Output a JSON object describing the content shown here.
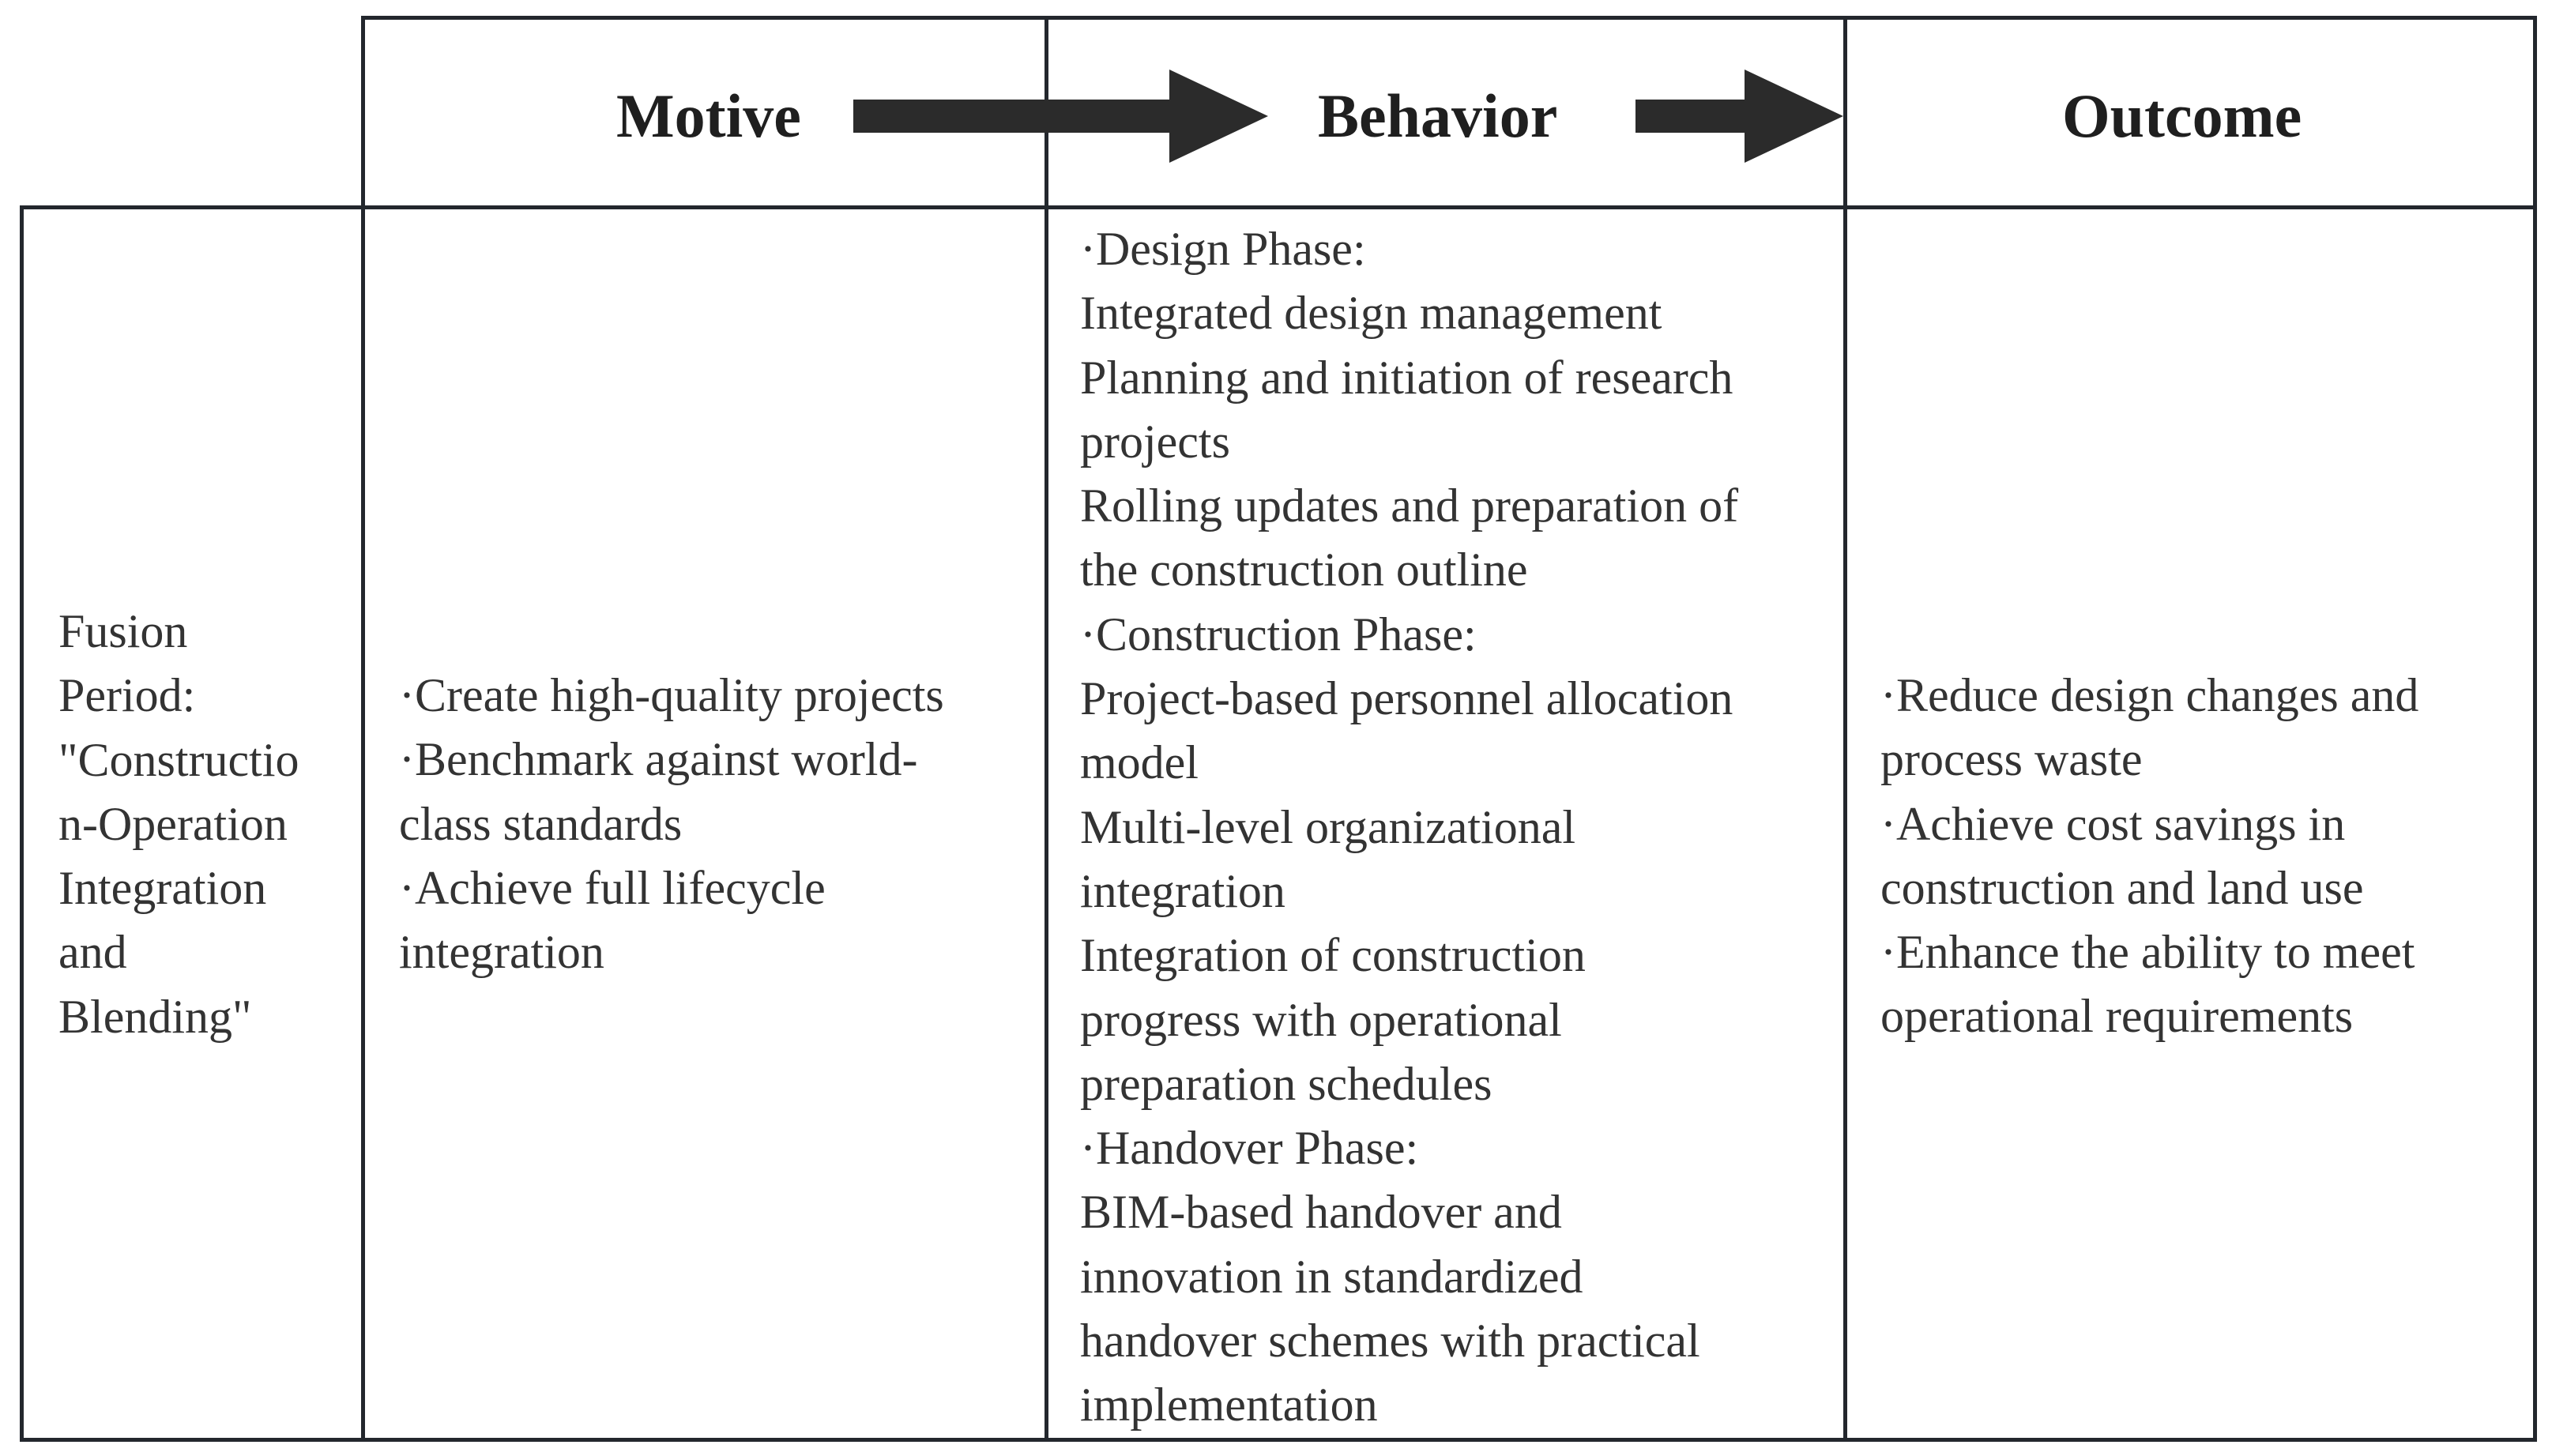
{
  "header": {
    "motive": "Motive",
    "behavior": "Behavior",
    "outcome": "Outcome"
  },
  "row": {
    "period_label": [
      "Fusion",
      "Period:",
      "\"Constructio",
      "n-Operation",
      "Integration",
      "and",
      "Blending\""
    ],
    "motive_lines": [
      "·Create high-quality projects",
      "·Benchmark against world-",
      "class standards",
      "·Achieve full lifecycle",
      "integration"
    ],
    "behavior_lines": [
      "·Design Phase:",
      "Integrated design management",
      "Planning and initiation of research",
      "projects",
      "Rolling updates and preparation of",
      "the construction outline",
      "·Construction Phase:",
      "Project-based personnel allocation",
      "model",
      "Multi-level organizational",
      "integration",
      "Integration of construction",
      "progress with operational",
      "preparation schedules",
      "·Handover Phase:",
      "BIM-based handover and",
      "innovation in standardized",
      "handover schemes with practical",
      "implementation"
    ],
    "outcome_lines": [
      "·Reduce design changes and",
      "process waste",
      "·Achieve cost savings in",
      "construction and land use",
      "·Enhance the ability to meet",
      "operational requirements"
    ]
  },
  "colors": {
    "border": "#23272d",
    "arrow": "#2b2b2b",
    "text": "#333333"
  }
}
